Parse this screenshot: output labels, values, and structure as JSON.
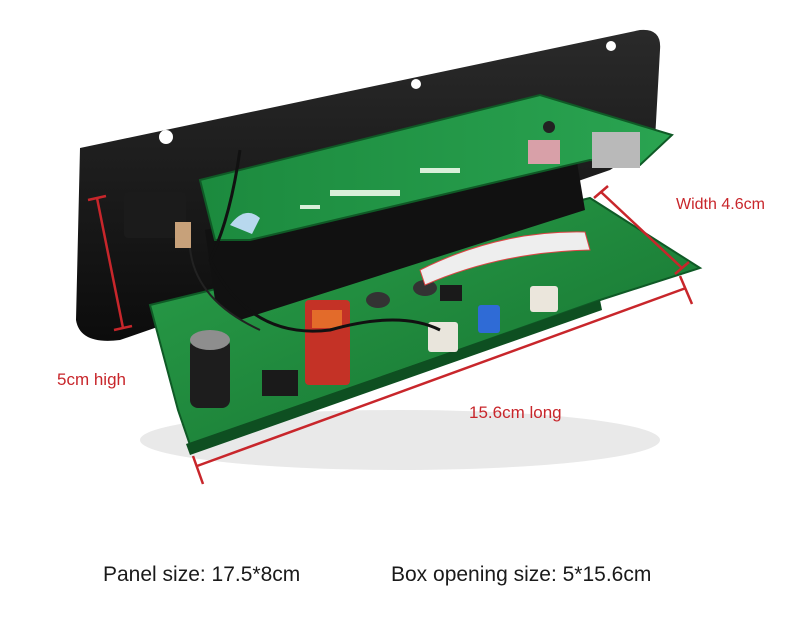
{
  "annotations": {
    "height": "5cm high",
    "width": "Width 4.6cm",
    "length": "15.6cm long"
  },
  "captions": {
    "panel": "Panel size: 17.5*8cm",
    "box_opening": "Box opening size: 5*15.6cm"
  },
  "colors": {
    "measure_red": "#c8262b",
    "pcb_green": "#1f8a3c",
    "panel_black": "#141414"
  }
}
